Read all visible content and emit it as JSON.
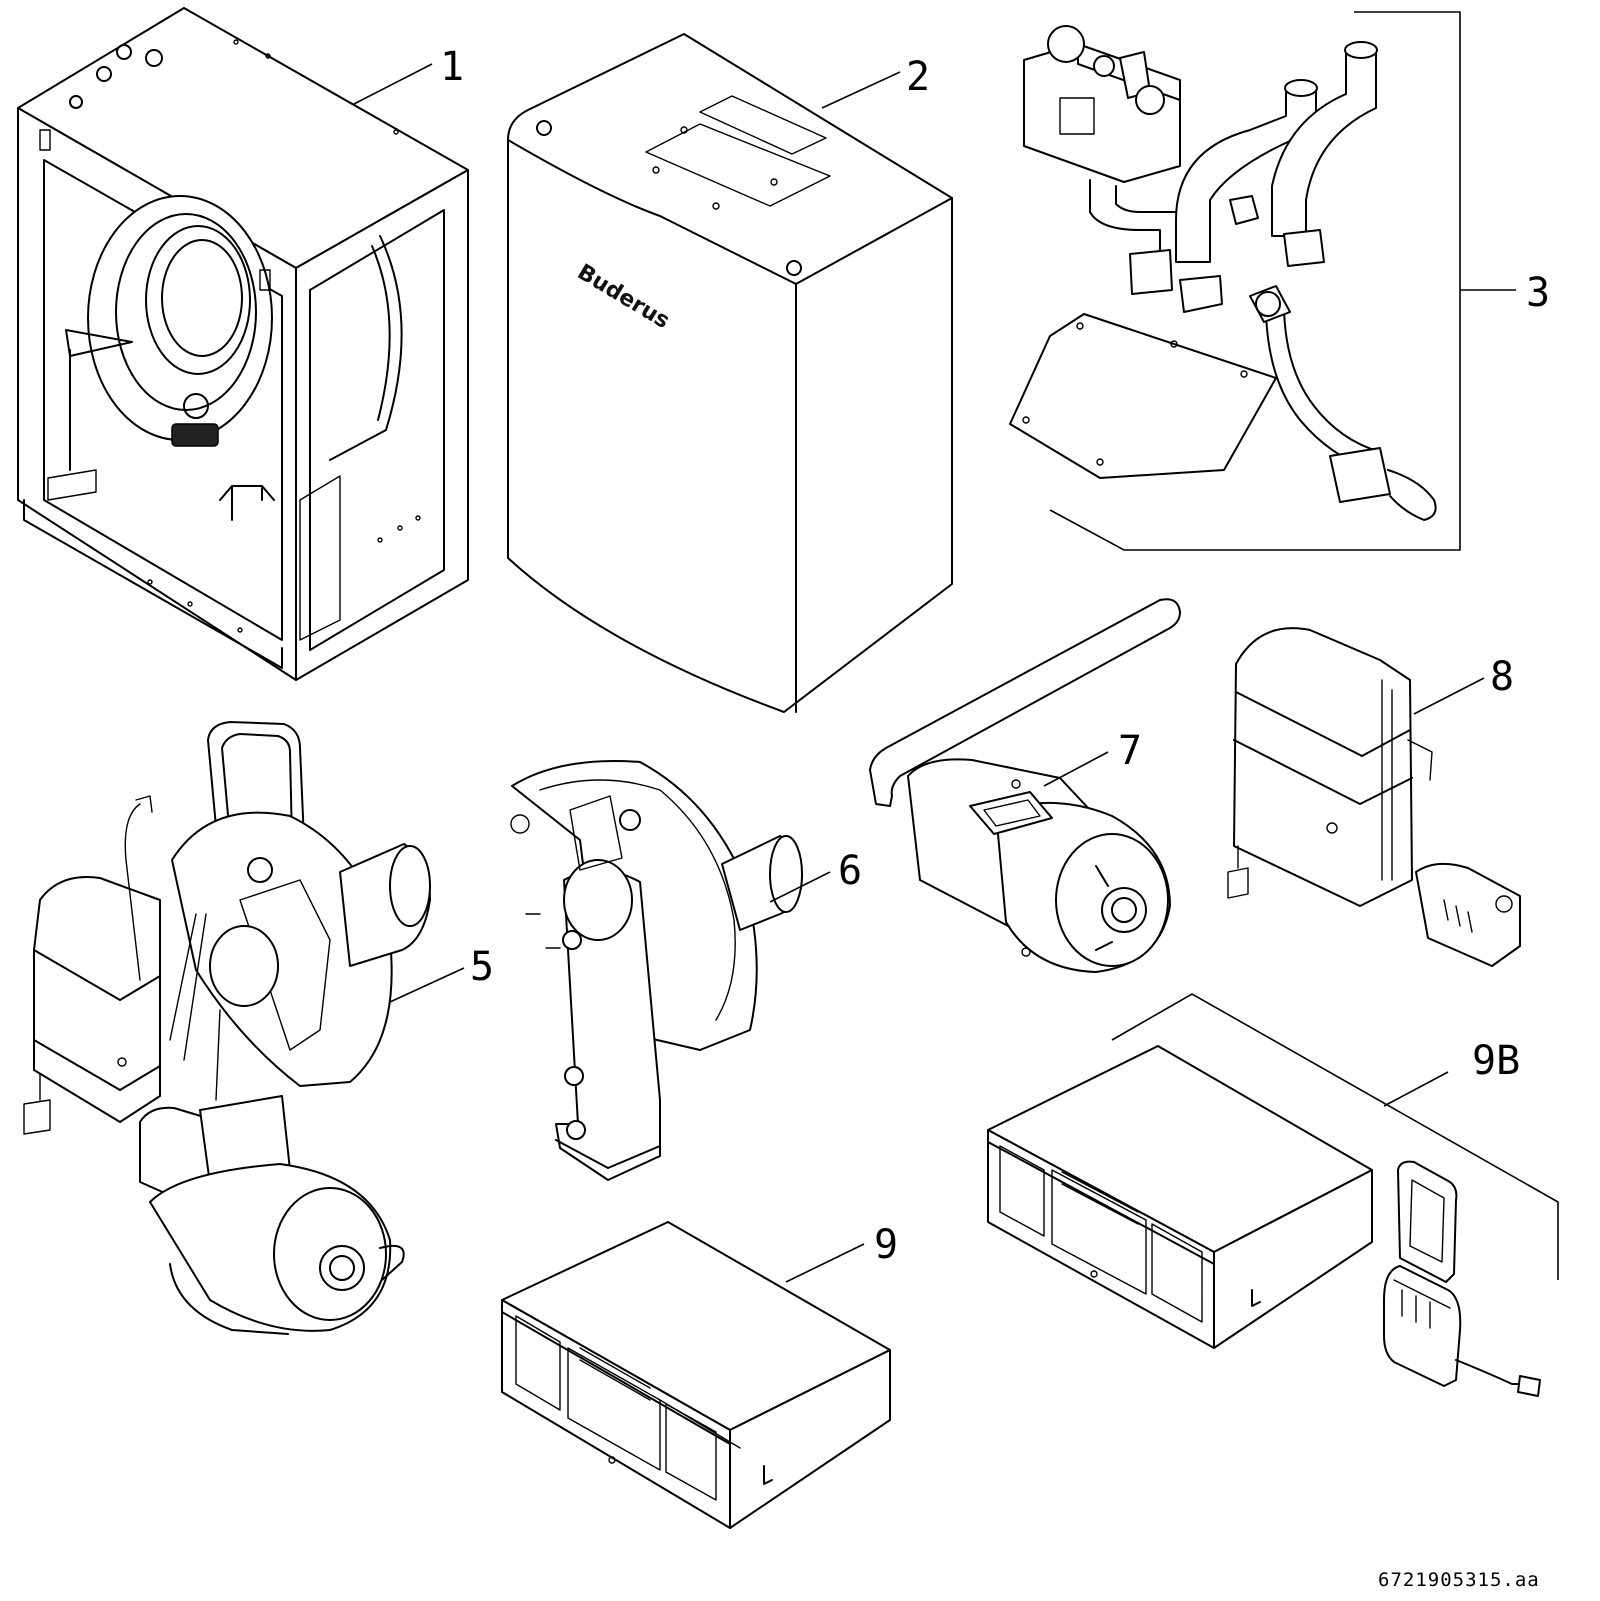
{
  "callouts": {
    "c1": "1",
    "c2": "2",
    "c3": "3",
    "c5": "5",
    "c6": "6",
    "c7": "7",
    "c8": "8",
    "c9": "9",
    "c9b": "9B"
  },
  "brand_logo_text": "Buderus",
  "document_reference": "6721905315.aa"
}
